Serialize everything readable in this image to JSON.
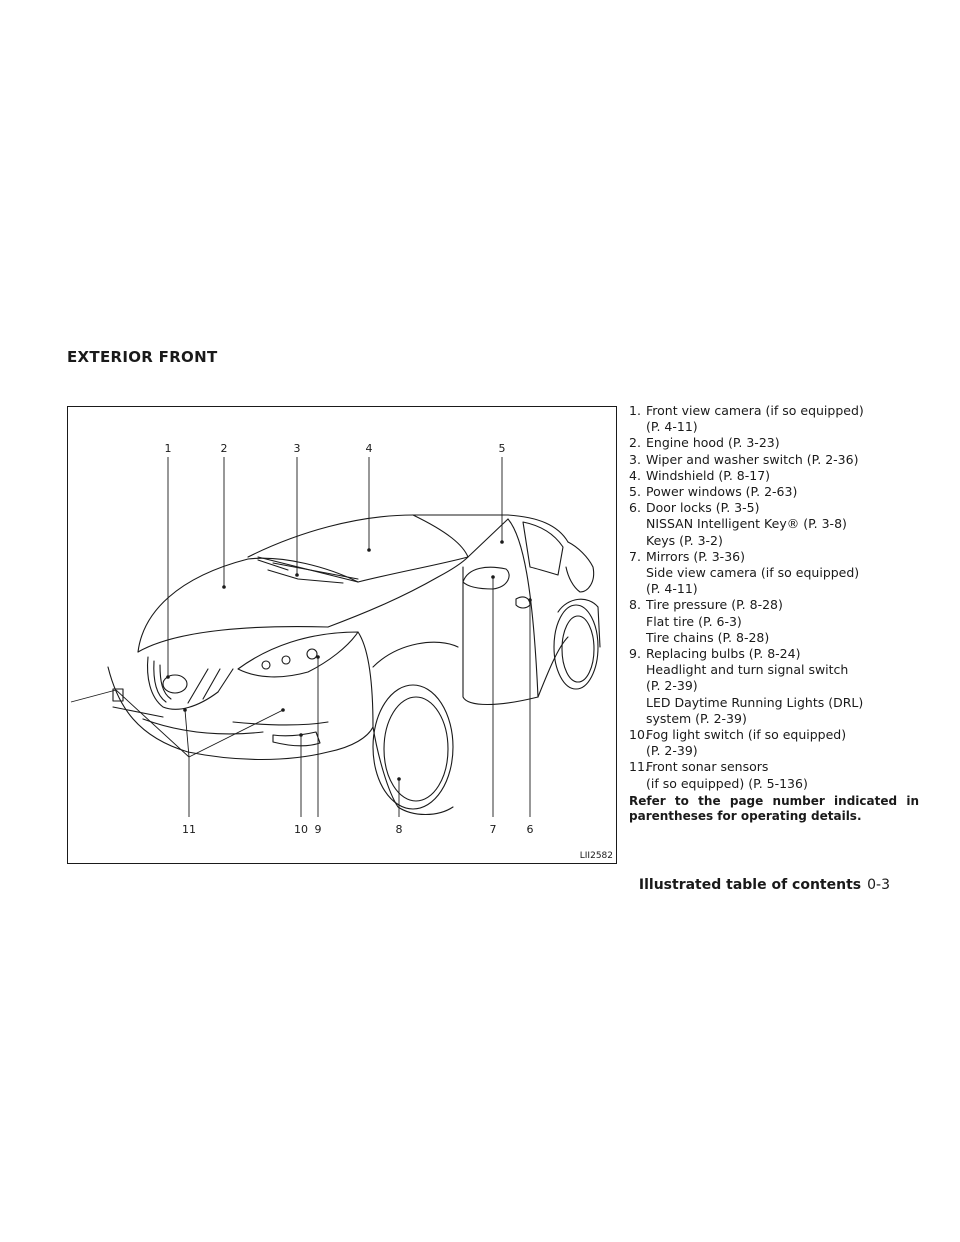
{
  "section_title": "EXTERIOR FRONT",
  "figure": {
    "code": "LII2582",
    "callouts": [
      "1",
      "2",
      "3",
      "4",
      "5",
      "6",
      "7",
      "8",
      "9",
      "10",
      "11"
    ]
  },
  "legend": [
    {
      "num": "1.",
      "lines": [
        "Front view camera (if so equipped)",
        "(P. 4-11)"
      ]
    },
    {
      "num": "2.",
      "lines": [
        "Engine hood (P. 3-23)"
      ]
    },
    {
      "num": "3.",
      "lines": [
        "Wiper and washer switch (P. 2-36)"
      ]
    },
    {
      "num": "4.",
      "lines": [
        "Windshield (P. 8-17)"
      ]
    },
    {
      "num": "5.",
      "lines": [
        "Power windows (P. 2-63)"
      ]
    },
    {
      "num": "6.",
      "lines": [
        "Door locks (P. 3-5)",
        "NISSAN Intelligent Key® (P. 3-8)",
        "Keys (P. 3-2)"
      ]
    },
    {
      "num": "7.",
      "lines": [
        "Mirrors (P. 3-36)",
        "Side view camera (if so equipped)",
        "(P. 4-11)"
      ]
    },
    {
      "num": "8.",
      "lines": [
        "Tire pressure (P. 8-28)",
        "Flat tire (P. 6-3)",
        "Tire chains (P. 8-28)"
      ]
    },
    {
      "num": "9.",
      "lines": [
        "Replacing bulbs (P. 8-24)",
        "Headlight and turn signal switch",
        "(P. 2-39)",
        "LED Daytime Running Lights (DRL)",
        "system (P. 2-39)"
      ]
    },
    {
      "num": "10.",
      "lines": [
        "Fog light switch (if so equipped)",
        "(P. 2-39)"
      ]
    },
    {
      "num": "11.",
      "lines": [
        "Front sonar sensors",
        "(if so equipped) (P. 5-136)"
      ]
    }
  ],
  "note": "Refer to the page number indicated in parentheses for operating details.",
  "footer": {
    "chapter": "Illustrated table of contents",
    "page": "0-3"
  }
}
